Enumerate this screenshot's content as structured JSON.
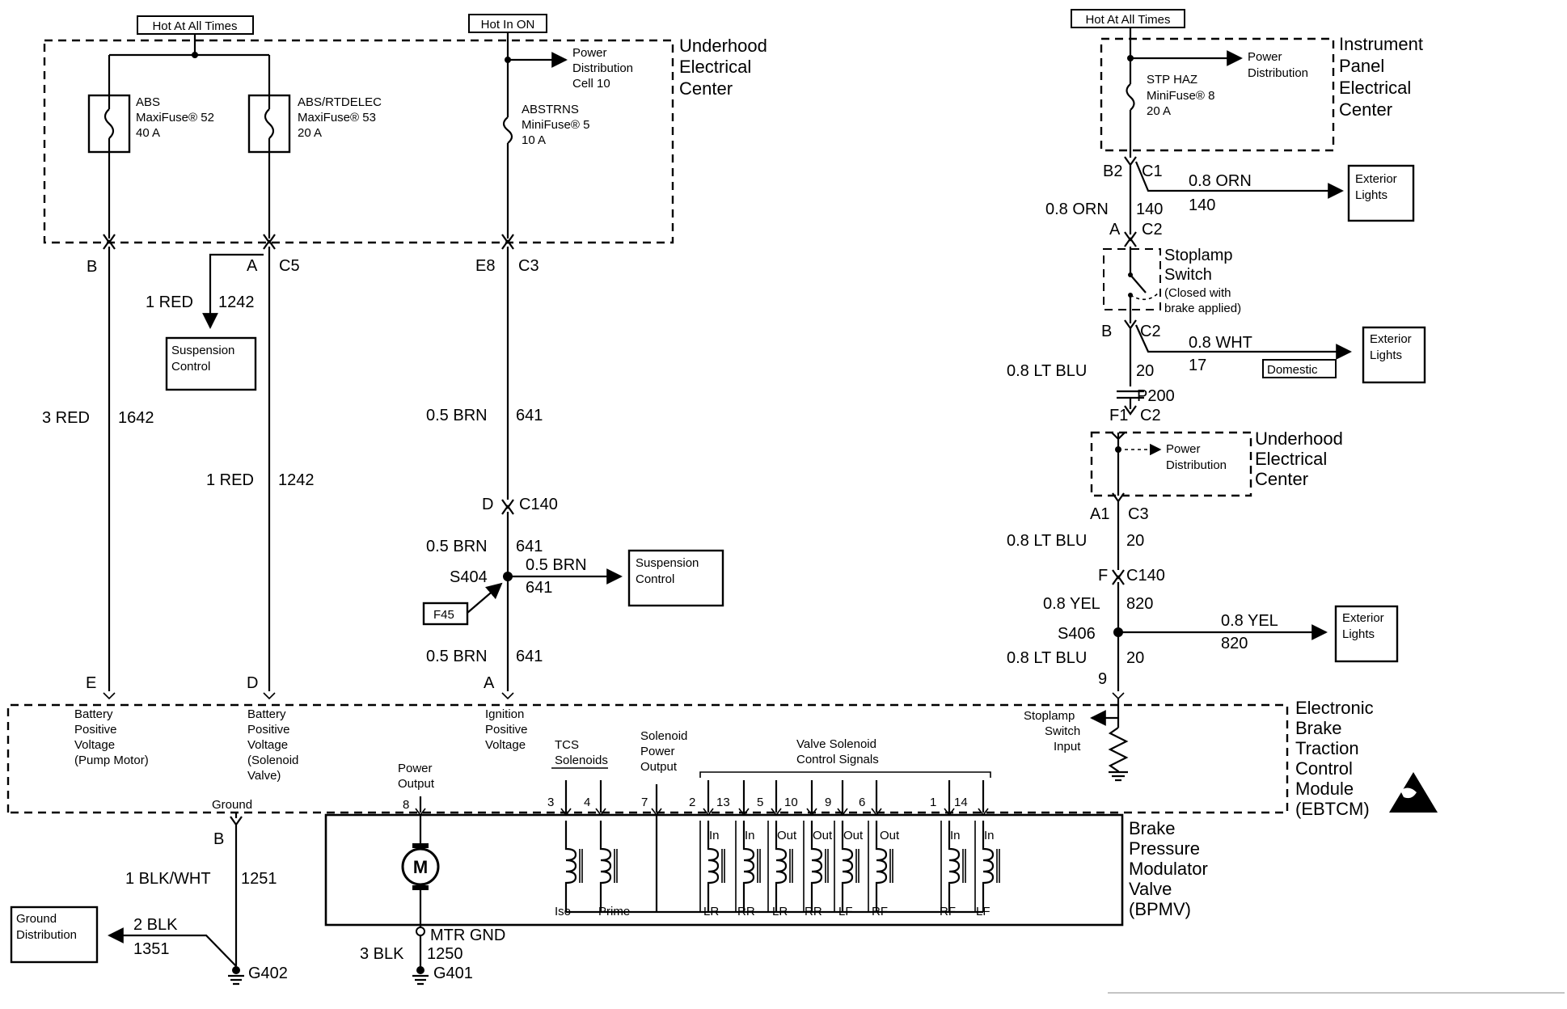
{
  "hot_labels": {
    "left": "Hot At All Times",
    "middle": "Hot In ON",
    "right": "Hot At All Times"
  },
  "underhood_center": {
    "name_lines": [
      "Underhood",
      "Electrical",
      "Center"
    ],
    "power_dist_lines": [
      "Power",
      "Distribution",
      "Cell 10"
    ],
    "fuse_abs": [
      "ABS",
      "MaxiFuse® 52",
      "40 A"
    ],
    "fuse_abs_rtd": [
      "ABS/RTDELEC",
      "MaxiFuse® 53",
      "20 A"
    ],
    "fuse_abstrns": [
      "ABSTRNS",
      "MiniFuse® 5",
      "10 A"
    ]
  },
  "instrument_panel": {
    "name_lines": [
      "Instrument",
      "Panel",
      "Electrical",
      "Center"
    ],
    "power_dist_lines": [
      "Power",
      "Distribution"
    ],
    "fuse": [
      "STP HAZ",
      "MiniFuse® 8",
      "20 A"
    ]
  },
  "underhood_center_2": {
    "name_lines": [
      "Underhood",
      "Electrical",
      "Center"
    ],
    "power_dist_lines": [
      "Power",
      "Distribution"
    ]
  },
  "connectors": {
    "b": "B",
    "a": "A",
    "c5": "C5",
    "e8": "E8",
    "c3": "C3",
    "d": "D",
    "c140": "C140",
    "a_pin": "A",
    "e_pin": "E",
    "d_pin": "D",
    "b2": "B2",
    "c1": "C1",
    "a_r": "A",
    "c2": "C2",
    "b_r": "B",
    "c2_b": "C2",
    "p200": "P200",
    "f1": "F1",
    "c2_c": "C2",
    "a1": "A1",
    "c3_r": "C3",
    "f": "F",
    "c140_r": "C140",
    "pin9": "9",
    "b_gnd": "B"
  },
  "wires": {
    "w1642_color": "3 RED",
    "w1642_num": "1642",
    "w1242a_color": "1 RED",
    "w1242a_num": "1242",
    "w1242b_color": "1 RED",
    "w1242b_num": "1242",
    "w641a_color": "0.5 BRN",
    "w641a_num": "641",
    "w641b_color": "0.5 BRN",
    "w641b_num": "641",
    "w641c_color": "0.5 BRN",
    "w641c_num": "641",
    "w641d_color": "0.5 BRN",
    "w641d_num": "641",
    "w140a_color": "0.8 ORN",
    "w140a_num": "140",
    "w140b_color": "0.8 ORN",
    "w140b_num": "140",
    "w20a_color": "0.8 LT BLU",
    "w20a_num": "20",
    "w17_color": "0.8 WHT",
    "w17_num": "17",
    "w20b_color": "0.8 LT BLU",
    "w20b_num": "20",
    "w820a_color": "0.8 YEL",
    "w820a_num": "820",
    "w820b_color": "0.8 YEL",
    "w820b_num": "820",
    "w20c_color": "0.8 LT BLU",
    "w20c_num": "20",
    "w1251_color": "1 BLK/WHT",
    "w1251_num": "1251",
    "w1351_color": "2 BLK",
    "w1351_num": "1351",
    "w1250_color": "3 BLK",
    "w1250_num": "1250"
  },
  "splices": {
    "s404": "S404",
    "s406": "S406",
    "f45": "F45"
  },
  "boxes": {
    "susp1": [
      "Suspension",
      "Control"
    ],
    "susp2": [
      "Suspension",
      "Control"
    ],
    "ext1": [
      "Exterior",
      "Lights"
    ],
    "ext2": [
      "Exterior",
      "Lights"
    ],
    "ext3": [
      "Exterior",
      "Lights"
    ],
    "domestic": "Domestic",
    "ground_dist": [
      "Ground",
      "Distribution"
    ]
  },
  "stoplamp_switch": [
    "Stoplamp",
    "Switch",
    "(Closed with",
    "brake applied)"
  ],
  "ebtcm": {
    "name_lines": [
      "Electronic",
      "Brake",
      "Traction",
      "Control",
      "Module",
      "(EBTCM)"
    ],
    "batt_pump": [
      "Battery",
      "Positive",
      "Voltage",
      "(Pump Motor)"
    ],
    "batt_sol": [
      "Battery",
      "Positive",
      "Voltage",
      "(Solenoid",
      "Valve)"
    ],
    "ignition": [
      "Ignition",
      "Positive",
      "Voltage"
    ],
    "stoplamp_input": [
      "Stoplamp",
      "Switch",
      "Input"
    ],
    "power_output": [
      "Power",
      "Output"
    ],
    "tcs": [
      "TCS",
      "Solenoids"
    ],
    "sol_power": [
      "Solenoid",
      "Power",
      "Output"
    ],
    "valve_sig": [
      "Valve Solenoid",
      "Control Signals"
    ],
    "ground": "Ground",
    "pins": [
      "8",
      "3",
      "4",
      "7",
      "2",
      "13",
      "5",
      "10",
      "9",
      "6",
      "1",
      "14"
    ]
  },
  "bpmv": {
    "name_lines": [
      "Brake",
      "Pressure",
      "Modulator",
      "Valve",
      "(BPMV)"
    ],
    "motor": "M",
    "mtr_gnd": "MTR GND",
    "io_labels": [
      "In",
      "In",
      "Out",
      "Out",
      "Out",
      "Out",
      "In",
      "In"
    ],
    "bottom_labels": [
      "Iso",
      "Prime",
      "LR",
      "RR",
      "LR",
      "RR",
      "LF",
      "RF",
      "RF",
      "LF"
    ]
  },
  "grounds": {
    "g402": "G402",
    "g401": "G401"
  }
}
